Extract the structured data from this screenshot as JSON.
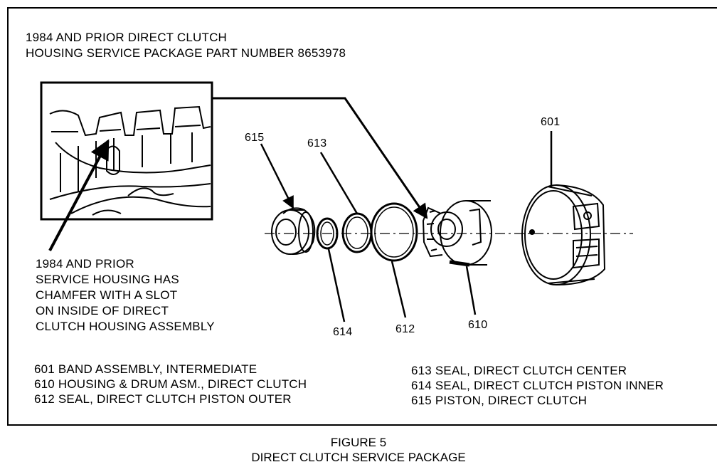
{
  "header": {
    "line1": "1984 AND PRIOR DIRECT CLUTCH",
    "line2": "HOUSING SERVICE PACKAGE PART NUMBER 8653978"
  },
  "note": {
    "lines": [
      "1984 AND PRIOR",
      "SERVICE HOUSING HAS",
      "CHAMFER WITH A SLOT",
      "ON INSIDE OF DIRECT",
      "CLUTCH HOUSING ASSEMBLY"
    ]
  },
  "callouts": {
    "c601": "601",
    "c610": "610",
    "c612": "612",
    "c613": "613",
    "c614": "614",
    "c615": "615"
  },
  "legend": {
    "left": [
      "601 BAND ASSEMBLY, INTERMEDIATE",
      "610 HOUSING & DRUM ASM., DIRECT CLUTCH",
      "612 SEAL, DIRECT CLUTCH PISTON OUTER"
    ],
    "right": [
      "613 SEAL, DIRECT CLUTCH CENTER",
      "614 SEAL, DIRECT CLUTCH PISTON INNER",
      "615 PISTON, DIRECT CLUTCH"
    ]
  },
  "caption": {
    "figure": "FIGURE 5",
    "title": "DIRECT CLUTCH SERVICE PACKAGE"
  }
}
